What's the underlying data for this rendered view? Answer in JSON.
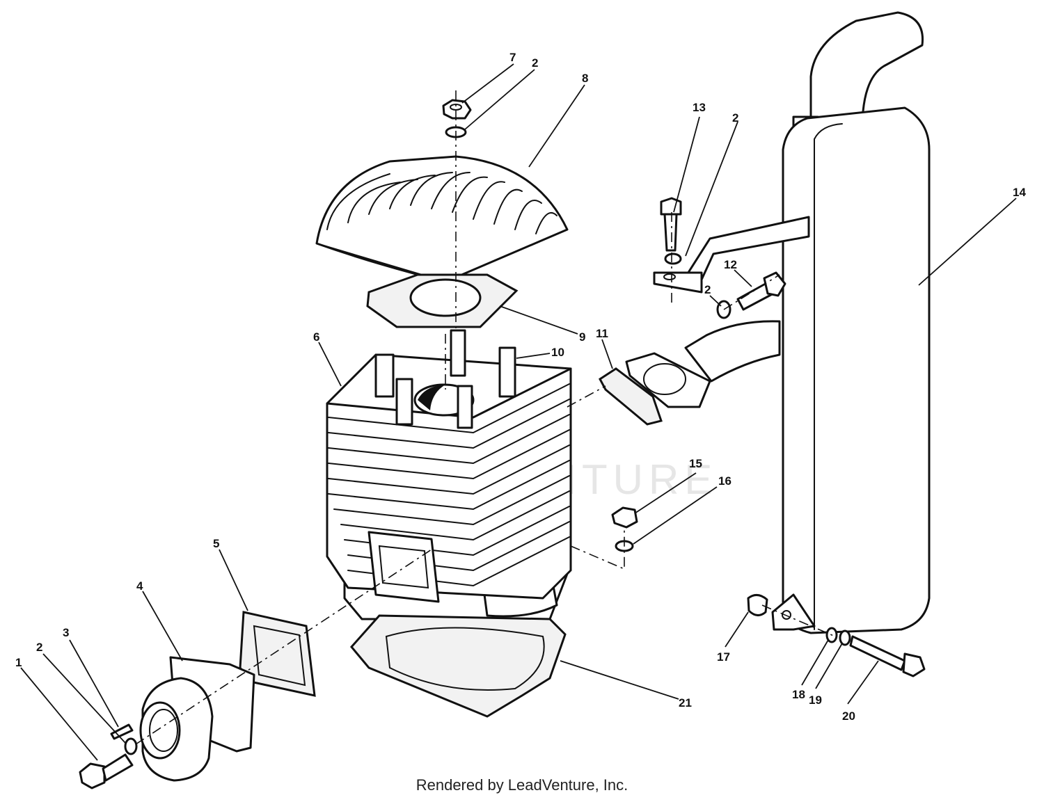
{
  "callouts": {
    "c1": "1",
    "c2a": "2",
    "c3": "3",
    "c4": "4",
    "c5": "5",
    "c6": "6",
    "c7": "7",
    "c2b": "2",
    "c8": "8",
    "c9": "9",
    "c10": "10",
    "c11": "11",
    "c12": "12",
    "c2c": "2",
    "c13": "13",
    "c2d": "2",
    "c14": "14",
    "c15": "15",
    "c16": "16",
    "c17": "17",
    "c18": "18",
    "c19": "19",
    "c20": "20",
    "c21": "21"
  },
  "watermark": "VENTURE",
  "footer": {
    "credit": "Rendered by LeadVenture, Inc."
  }
}
